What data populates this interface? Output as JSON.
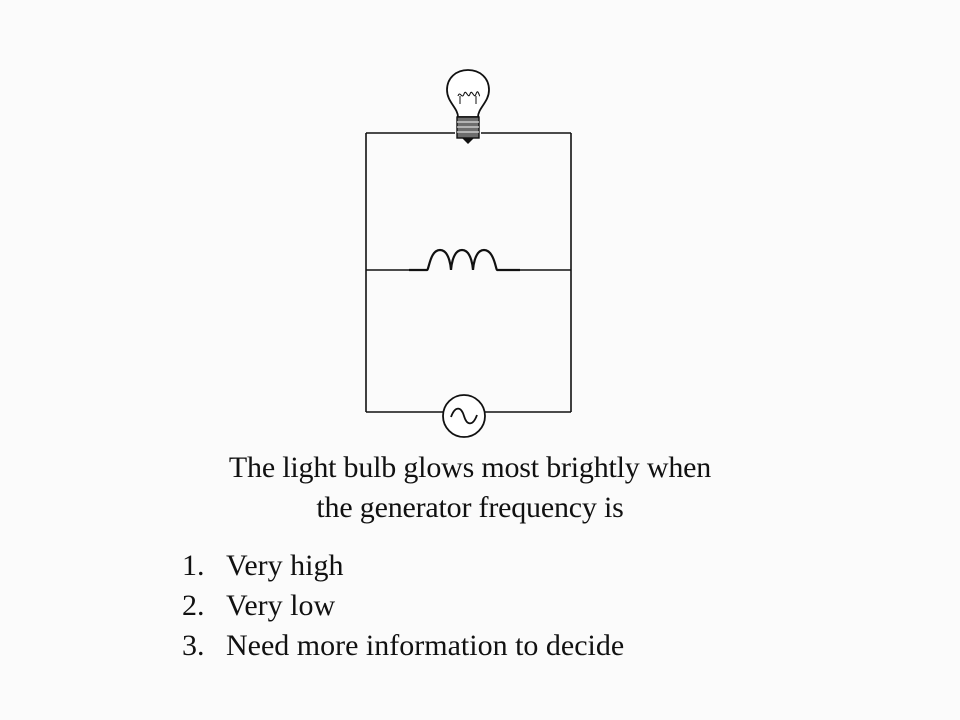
{
  "question": {
    "line1": "The light bulb glows most brightly when",
    "line2": "the generator frequency is"
  },
  "options": [
    {
      "number": "1.",
      "text": "Very high"
    },
    {
      "number": "2.",
      "text": "Very low"
    },
    {
      "number": "3.",
      "text": "Need more information to decide"
    }
  ],
  "diagram": {
    "components": [
      "light-bulb",
      "inductor",
      "ac-generator"
    ],
    "line_color": "#111111"
  }
}
